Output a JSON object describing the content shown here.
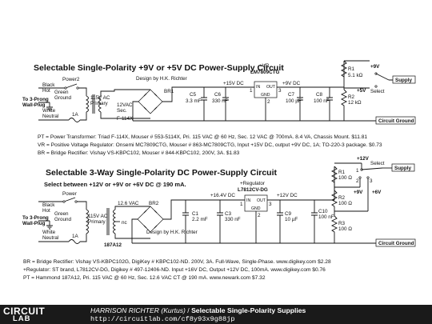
{
  "circuit1": {
    "title": "Selectable Single-Polarity +9V or +5V DC Power-Supply Circuit",
    "credit": "Design by H.K. Richter",
    "power": "Power2",
    "hot_black": "Black",
    "hot": "Hot",
    "green": "Green",
    "ground": "Ground",
    "white": "White",
    "neutral": "Neutral",
    "plug1": "To 3-Prong",
    "plug2": "Wall-Plug",
    "primary1": "115V AC",
    "primary2": "Primary",
    "secondary1": "12VAC",
    "secondary2": "Sec.",
    "transformer": "F-114X",
    "fuse": "1A",
    "bridge": "BR1",
    "net_15v": "+15V DC",
    "net_9v": "+9V DC",
    "reg_vr": "+VR",
    "reg_part": "LM7809CTG",
    "reg_in": "IN",
    "reg_out": "OUT",
    "reg_gnd": "GND",
    "pin1": "1",
    "pin2": "2",
    "pin3": "3",
    "c5": "C5",
    "c5v": "3.3 mF",
    "c6": "C6",
    "c6v": "330 nF",
    "c7": "C7",
    "c7v": "100 µF",
    "c8": "C8",
    "c8v": "100 nF",
    "r1": "R1",
    "r1v": "5.1 kΩ",
    "r2": "R2",
    "r2v": "12 kΩ",
    "out9": "+9V",
    "out5": "+5V",
    "select": "Select",
    "supply": "Supply",
    "cground": "Circuit Ground",
    "notes": [
      "PT = Power Transformer: Triad F-114X, Mouser # 553-5114X, Pri. 115 VAC @ 60 Hz, Sec. 12 VAC @ 700mA. 8.4 VA, Chassis Mount. $11.81",
      "VR = Positive Voltage Regulator: Onsemi MC7809CTG, Mouser # 863-MC7809CTG, Input +15V DC, output +9V DC, 1A; TO-220-3 package. $0.73",
      "BR = Bridge Rectifier: Vishay VS-KBPC102, Mouser # 844-KBPC102, 200V, 3A. $1.83"
    ]
  },
  "circuit2": {
    "title": "Selectable 3-Way Single-Polarity DC Power-Supply Circuit",
    "subtitle": "Select between +12V or +9V or +6V DC @ 190 mA.",
    "credit": "Design by H.K. Richter",
    "power": "Power",
    "hot_black": "Black",
    "hot": "Hot",
    "green": "Green",
    "ground": "Ground",
    "white": "White",
    "neutral": "Neutral",
    "plug1": "To 3-Prong",
    "plug2": "Wall-Plug",
    "primary1": "115V AC",
    "primary2": "Primary",
    "sec": "12.6 VAC",
    "nc": "nc",
    "transformer": "187A12",
    "fuse": "1A",
    "bridge": "BR2",
    "net_164": "+16.4V DC",
    "net_12": "+12V DC",
    "reg_reg": "+Regulator",
    "reg_part": "L7812CV-DG",
    "reg_in": "IN",
    "reg_out": "OUT",
    "reg_gnd": "GND",
    "pin1": "1",
    "pin2": "2",
    "pin3": "3",
    "c1": "C1",
    "c1v": "2.2 mF",
    "c3": "C3",
    "c3v": "330 nF",
    "c9": "C9",
    "c9v": "10 µF",
    "c10": "C10",
    "c10v": "100 nF",
    "r1": "R1",
    "r1v": "100 Ω",
    "r2": "R2",
    "r2v": "100 Ω",
    "r3": "R3",
    "r3v": "100 Ω",
    "out12": "+12V",
    "out9": "+9V",
    "out6": "+6V",
    "sw_pin1": "1",
    "sw_pin2": "2",
    "sw_pin3": "3",
    "select": "Select",
    "supply": "Supply",
    "cground": "Circuit Ground",
    "notes": [
      "BR = Bridge Rectifier: Vishay VS-KBPC102G, DigiKey # KBPC102-ND. 200V, 3A. Full-Wave, Single-Phase. www.digikey.com $2.28",
      "+Regulator: ST brand, L7812CV-DG, Digikey # 497-12406-ND. Input +16V DC, Output +12V DC, 100mA. www.digikey.com $0.76",
      "PT = Hammond 187A12, Pri. 115 VAC @ 60 Hz, Sec. 12.6 VAC CT @ 190 mA. www.newark.com $7.32"
    ]
  },
  "footer": {
    "logo_top": "CIRCUIT",
    "logo_bottom": "LAB",
    "author": "HARRISON RICHTER (Kurtus)",
    "sep": " / ",
    "title": "Selectable Single-Polarity Supplies",
    "url": "http://circuitlab.com/cf8y93x9g88jp"
  }
}
